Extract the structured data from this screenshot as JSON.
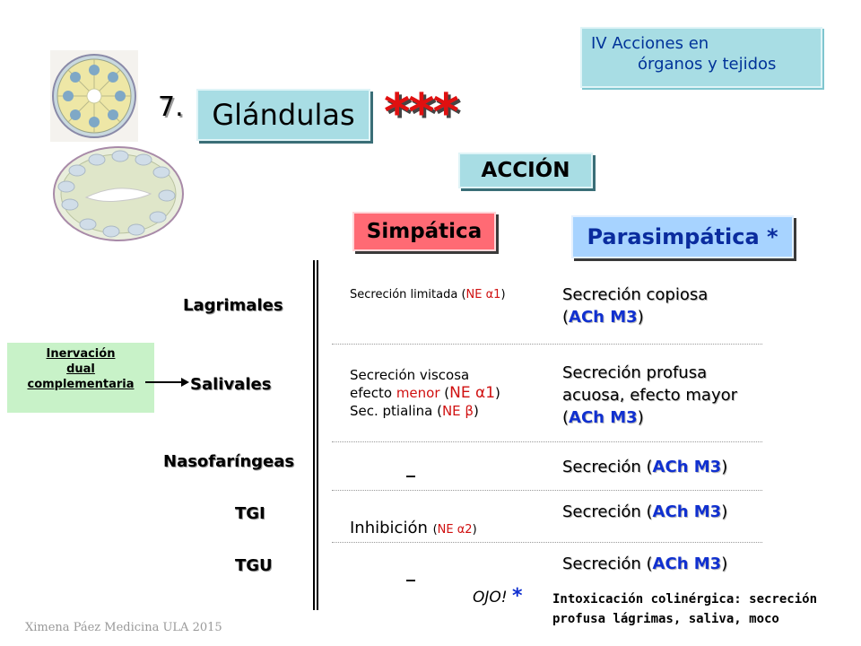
{
  "header": {
    "section_line1": "IV Acciones en",
    "section_line2": "órganos y tejidos",
    "number": "7.",
    "title": "Glándulas",
    "stars": "***",
    "accion": "ACCIÓN",
    "simpatica": "Simpática",
    "parasimpatica": "Parasimpática *"
  },
  "inervacion": {
    "line1": "Inervación",
    "line2": "dual",
    "line3": "complementaria"
  },
  "rows": [
    {
      "gland": "Lagrimales",
      "simp": {
        "prefix": "Secreción limitada (",
        "receptor": "NE α1",
        "suffix": ")"
      },
      "para": {
        "line1": "Secreción copiosa",
        "l2_open": "(",
        "l2_recept": "ACh M3",
        "l2_close": ")"
      }
    },
    {
      "gland": "Salivales",
      "simp": {
        "line1": "Secreción viscosa",
        "l2_a": "efecto ",
        "l2_b": "menor",
        "l2_c": " (",
        "l2_d": "NE α1",
        "l2_e": ")",
        "l3_a": "Sec. ptialina  (",
        "l3_b": "NE β",
        "l3_c": ")"
      },
      "para": {
        "line1": "Secreción profusa",
        "line2": "acuosa, efecto mayor",
        "l3_open": "(",
        "l3_recept": "ACh M3",
        "l3_close": ")"
      }
    },
    {
      "gland": "Nasofaríngeas",
      "simp": "_",
      "para": {
        "text": "Secreción (",
        "recept": "ACh M3",
        "close": ")"
      }
    },
    {
      "gland": "TGI",
      "simp": {
        "text": "Inhibición ",
        "open": "(",
        "recept": "NE α2",
        "close": ")"
      },
      "para": {
        "text": "Secreción (",
        "recept": "ACh M3",
        "close": ")"
      }
    },
    {
      "gland": "TGU",
      "simp": "_",
      "para": {
        "text": "Secreción (",
        "recept": "ACh M3",
        "close": ")"
      }
    }
  ],
  "footer": {
    "ojo": "OJO!",
    "ojo_star": "*",
    "note_line1": "Intoxicación colinérgica: secreción",
    "note_line2": "profusa lágrimas, saliva, moco",
    "credit": "Ximena Páez Medicina ULA 2015"
  },
  "colors": {
    "box_teal": "#a8dde4",
    "simp_red": "#ff6a74",
    "para_blue": "#a7d3ff",
    "receptor_red": "#d01010",
    "receptor_blue": "#1030d0",
    "inervacion_green": "#c8f2c8",
    "stars_red": "#e01010"
  },
  "images": [
    "gland-acinus-cross-section",
    "gland-duct-longitudinal-section"
  ]
}
